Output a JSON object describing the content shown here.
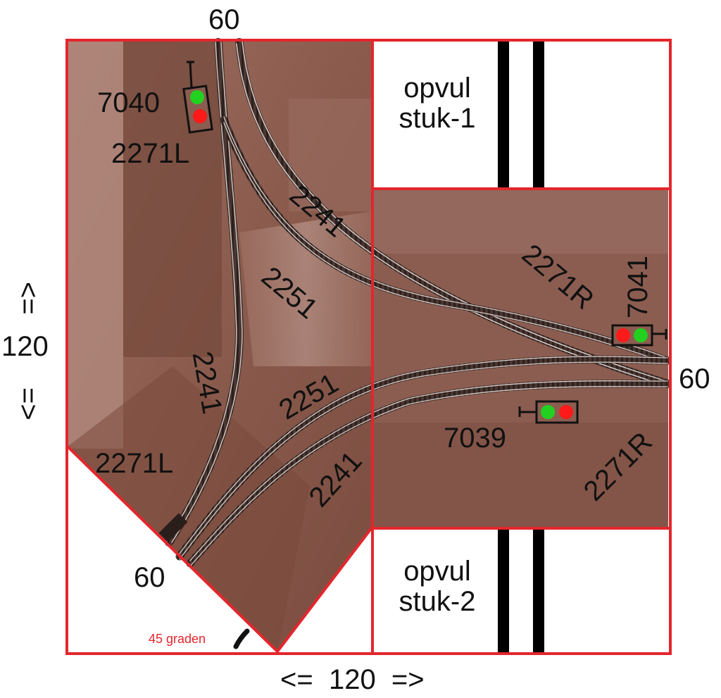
{
  "colors": {
    "frame": "#e3262d",
    "board": "#8b5d50",
    "board_dark": "#6f4436",
    "board_light": "#b48c82",
    "rail": "#3a2a26",
    "rail_light": "#d8cfcc",
    "signal_green": "#22d11f",
    "signal_red": "#ff1a1a"
  },
  "dimensions": {
    "top": "60",
    "right": "60",
    "bottom_left": "60",
    "left_arrow_up": "<=",
    "left_value": "120",
    "left_arrow_down": "=>",
    "bottom": "<=  120  =>"
  },
  "fillers": [
    {
      "line1": "opvul",
      "line2": "stuk-1"
    },
    {
      "line1": "opvul",
      "line2": "stuk-2"
    }
  ],
  "signals": [
    {
      "id": "7040",
      "lamps": [
        "green",
        "red"
      ],
      "icon": "signal-icon"
    },
    {
      "id": "7041",
      "lamps": [
        "red",
        "green"
      ],
      "icon": "signal-icon"
    },
    {
      "id": "7039",
      "lamps": [
        "green",
        "red"
      ],
      "icon": "signal-icon"
    }
  ],
  "track_labels": {
    "top_turnout": "2271L",
    "upper_curve": "2241",
    "upper_straight": "2251",
    "right_upper_turnout": "2271R",
    "left_curve": "2241",
    "middle_straight": "2251",
    "left_turnout": "2271L",
    "lower_curve": "2241",
    "right_lower_turnout": "2271R"
  },
  "angle_note": "45 graden"
}
